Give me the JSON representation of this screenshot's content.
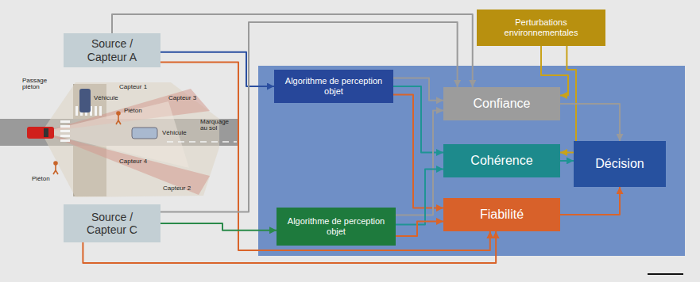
{
  "diagram": {
    "nodes": [
      {
        "text": [
          "Source / Capteur A"
        ]
      },
      {
        "text": [
          "Perturbations environnementales"
        ]
      },
      {
        "text": [
          "Algorithme de perception objet"
        ]
      },
      {
        "text": [
          "Confiance"
        ]
      },
      {
        "text": [
          "Cohérence"
        ]
      },
      {
        "text": [
          "Décision"
        ]
      },
      {
        "text": [
          "Source / Capteur C"
        ]
      },
      {
        "text": [
          "Algorithme de perception objet"
        ]
      },
      {
        "text": [
          "Fiabilité"
        ]
      }
    ],
    "edges": [
      {
        "from": 0,
        "to": 2,
        "arrow": "to"
      },
      {
        "from": 0,
        "to": 3,
        "arrow": "to"
      },
      {
        "from": 0,
        "to": 8,
        "arrow": "to"
      },
      {
        "from": 6,
        "to": 3,
        "arrow": "to"
      },
      {
        "from": 6,
        "to": 7,
        "arrow": "to"
      },
      {
        "from": 6,
        "to": 8,
        "arrow": "to"
      },
      {
        "from": 2,
        "to": 3,
        "arrow": "to"
      },
      {
        "from": 2,
        "to": 4,
        "arrow": "to"
      },
      {
        "from": 2,
        "to": 8,
        "arrow": "to"
      },
      {
        "from": 7,
        "to": 3,
        "arrow": "to"
      },
      {
        "from": 7,
        "to": 4,
        "arrow": "to"
      },
      {
        "from": 7,
        "to": 8,
        "arrow": "to"
      },
      {
        "from": 1,
        "to": 3,
        "arrow": "to"
      },
      {
        "from": 1,
        "to": 4,
        "arrow": "to"
      },
      {
        "from": 3,
        "to": 5,
        "arrow": "to"
      },
      {
        "from": 4,
        "to": 5,
        "arrow": "to"
      },
      {
        "from": 8,
        "to": 5,
        "arrow": "to"
      }
    ],
    "labels": [
      "Passage piéton",
      "Véhicule",
      "Capteur 1",
      "Piéton",
      "Capteur 3",
      "Véhicule",
      "Marquage au sol",
      "Capteur 4",
      "Piéton",
      "Capteur 2"
    ]
  }
}
